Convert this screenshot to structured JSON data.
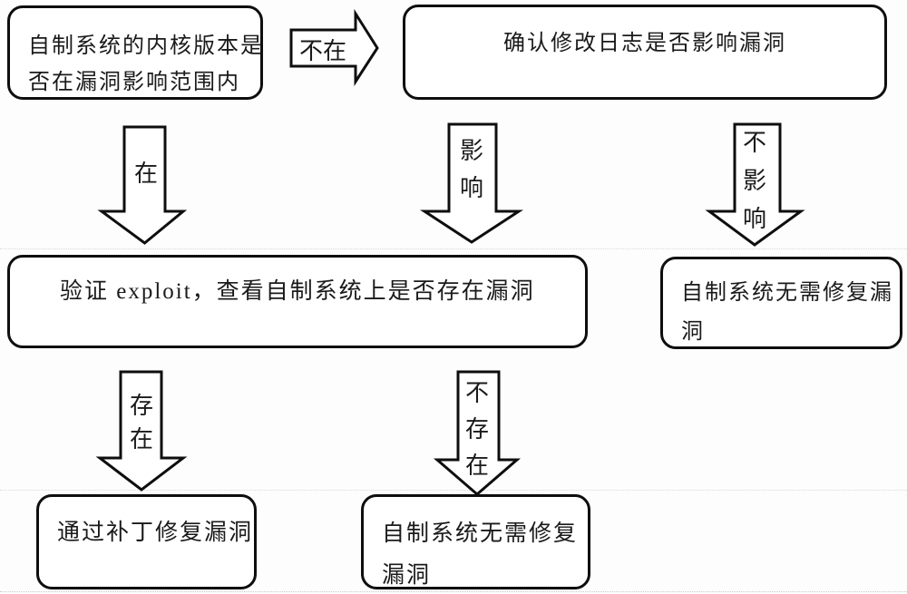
{
  "diagram": {
    "title": "vulnerability-handling flowchart",
    "colors": {
      "stroke": "#0e0e0e",
      "background": "#fdfdfd",
      "node_fill": "#ffffff"
    },
    "nodes": {
      "kernel_check": {
        "line1": "自制系统的内核版本是",
        "line2": "否在漏洞影响范围内"
      },
      "changelog_check": {
        "line1": "确认修改日志是否影响漏洞"
      },
      "verify_exploit": {
        "line1": "验证 exploit，查看自制系统上是否存在漏洞"
      },
      "no_fix_right": {
        "line1": "自制系统无需修复漏",
        "line2": "洞"
      },
      "patch_fix": {
        "line1": "通过补丁修复漏洞"
      },
      "no_fix_bottom": {
        "line1": "自制系统无需修复",
        "line2": "漏洞"
      }
    },
    "edges": {
      "not_in": {
        "label": "不在"
      },
      "in_range": {
        "label": "在"
      },
      "affects": {
        "label": "影响"
      },
      "not_affects": {
        "label": "不影响"
      },
      "exists": {
        "label": "存在"
      },
      "not_exists": {
        "label": "不存在"
      }
    }
  }
}
